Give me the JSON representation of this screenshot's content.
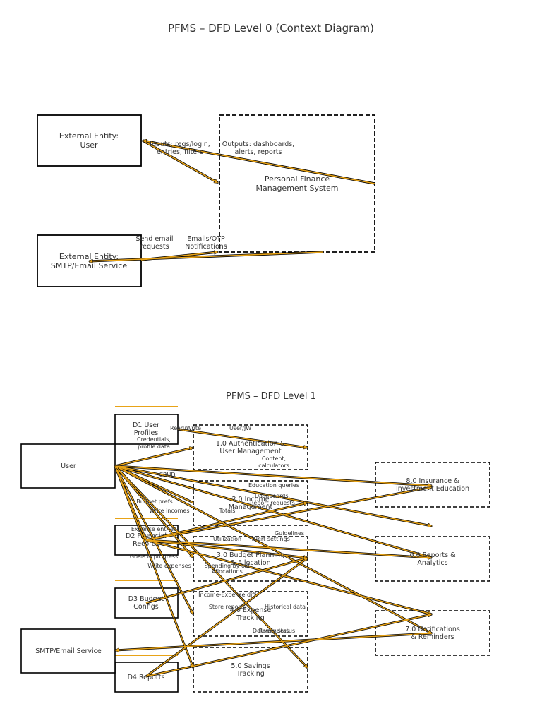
{
  "level0": {
    "title": "PFMS – DFD Level 0 (Context Diagram)",
    "user_entity": [
      "External Entity:",
      "User"
    ],
    "smtp_entity": [
      "External Entity:",
      "SMTP/Email Service"
    ],
    "system": [
      "Personal Finance",
      "Management System"
    ],
    "flows": {
      "inputs": [
        "Inputs: regs/login,",
        "entries, filters"
      ],
      "outputs": [
        "Outputs: dashboards,",
        "alerts, reports"
      ],
      "send_email": [
        "Send email",
        "requests"
      ],
      "emails_otp": [
        "Emails/OTP",
        "Notifications"
      ]
    }
  },
  "level1": {
    "title": "PFMS – DFD Level 1",
    "entities": {
      "user": "User",
      "smtp": "SMTP/Email Service"
    },
    "stores": {
      "d1": [
        "D1 User",
        "Profiles"
      ],
      "d2": [
        "D2 Financial",
        "Records"
      ],
      "d3": [
        "D3 Budget",
        "Configs"
      ],
      "d4": [
        "D4 Reports"
      ]
    },
    "processes": {
      "p1": [
        "1.0 Authentication &",
        "User Management"
      ],
      "p2": [
        "2.0 Income",
        "Management"
      ],
      "p3": [
        "3.0 Budget Planning",
        "& Allocation"
      ],
      "p4": [
        "4.0 Expense",
        "Tracking"
      ],
      "p5": [
        "5.0 Savings",
        "Tracking"
      ],
      "p6": [
        "6.0 Reports &",
        "Analytics"
      ],
      "p7": [
        "7.0 Notifications",
        "& Reminders"
      ],
      "p8": [
        "8.0 Insurance &",
        "Investment Education"
      ]
    },
    "flow_labels": {
      "read_write": "Read/Write",
      "user_jwt": "User/JWT",
      "credentials": [
        "Credentials,",
        "profile data"
      ],
      "content": [
        "Content,",
        "calculators"
      ],
      "crud": "CRUD",
      "education_queries": "Education queries",
      "budget_prefs": "Budget prefs",
      "write_incomes": "Write incomes",
      "totals": "Totals",
      "dashboards": [
        "Dashboards,",
        "Report requests"
      ],
      "expense_entries": "Expense entries",
      "guidelines": "Guidelines",
      "utilization": "Utilization",
      "alert_settings": "Alert settings",
      "goals": "Goals & progress",
      "write_expenses": "Write expenses",
      "spending_cat": "Spending by cat",
      "allocations": "Allocations",
      "income_expense": "Income-Expense diff",
      "store_reports": "Store reports",
      "historical": "Historical data",
      "reminders": "Reminders",
      "delivery": "Delivery status"
    }
  }
}
